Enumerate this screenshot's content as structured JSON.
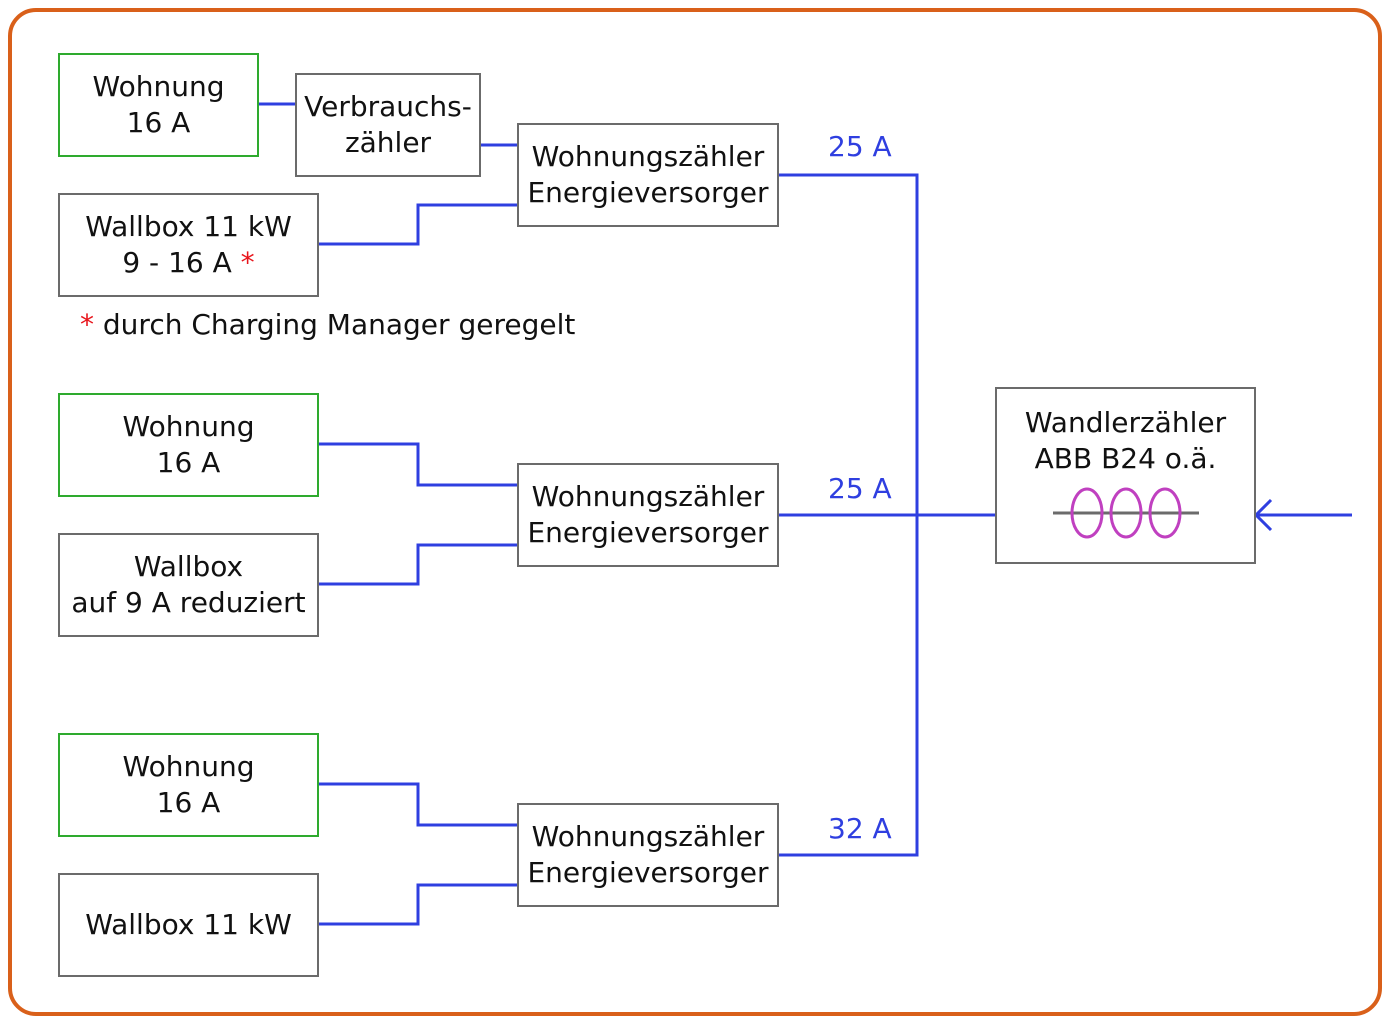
{
  "colors": {
    "frame": "#d9601a",
    "wire": "#2f3fe0",
    "box_border": "#6b6b6b",
    "apartment_border": "#2eaa2e",
    "transformer_coil": "#c040c0",
    "asterisk": "#e8141b"
  },
  "group1": {
    "apartment": {
      "line1": "Wohnung",
      "line2": "16 A"
    },
    "consumption_meter": {
      "line1": "Verbrauchs-",
      "line2": "zähler"
    },
    "wallbox": {
      "line1": "Wallbox 11 kW",
      "line2": "9 - 16 A",
      "asterisk": "*"
    },
    "meter": {
      "line1": "Wohnungszähler",
      "line2": "Energieversorger"
    },
    "current": "25 A",
    "footnote": {
      "asterisk": "*",
      "text": "durch Charging Manager geregelt"
    }
  },
  "group2": {
    "apartment": {
      "line1": "Wohnung",
      "line2": "16 A"
    },
    "wallbox": {
      "line1": "Wallbox",
      "line2": "auf 9 A reduziert"
    },
    "meter": {
      "line1": "Wohnungszähler",
      "line2": "Energieversorger"
    },
    "current": "25 A"
  },
  "group3": {
    "apartment": {
      "line1": "Wohnung",
      "line2": "16 A"
    },
    "wallbox": {
      "line1": "Wallbox 11 kW"
    },
    "meter": {
      "line1": "Wohnungszähler",
      "line2": "Energieversorger"
    },
    "current": "32 A"
  },
  "transformer_meter": {
    "line1": "Wandlerzähler",
    "line2": "ABB B24 o.ä.",
    "icon": "current-transformer-icon"
  },
  "supply_arrow_icon": "arrow-left-icon"
}
